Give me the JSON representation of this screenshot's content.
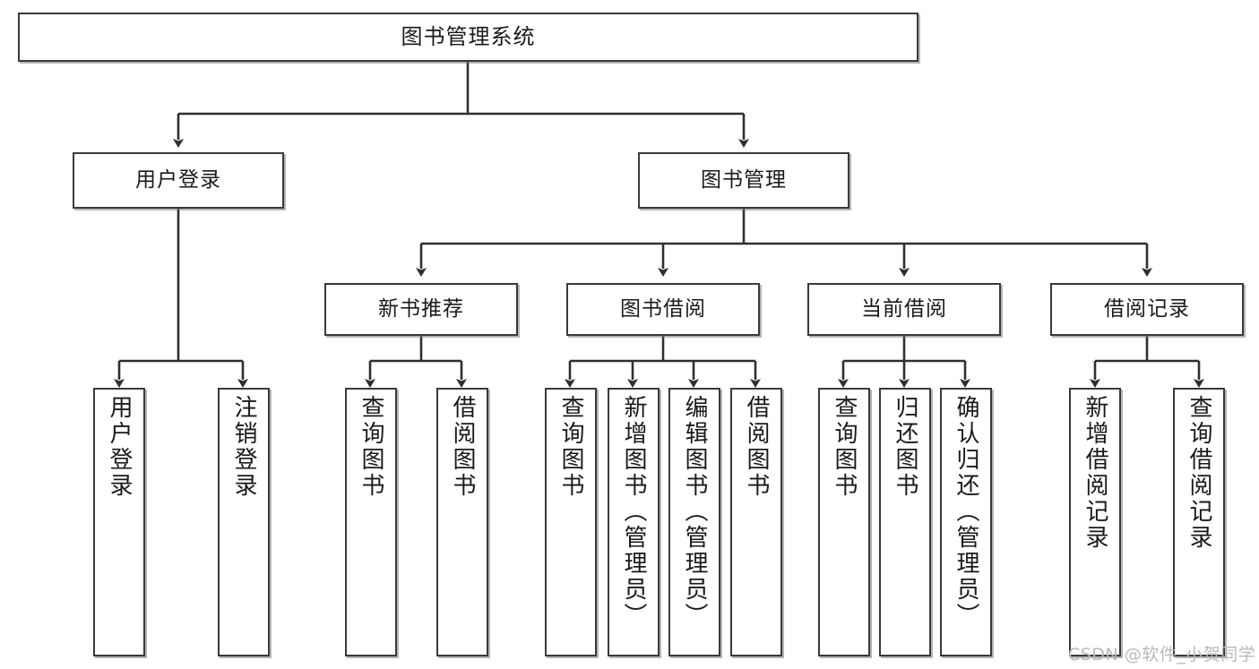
{
  "diagram": {
    "title": "图书管理系统",
    "type": "hierarchy-tree",
    "watermark": "CSDN @软件_小贺同学",
    "colors": {
      "node_border": "#3a3a3a",
      "node_fill": "#ffffff",
      "edge": "#2f2f2f",
      "text": "#1a1a1a",
      "watermark": "#b9b9b9",
      "background": "#ffffff"
    },
    "levels": [
      {
        "level": 0,
        "nodes": [
          {
            "id": "root",
            "label": "图书管理系统",
            "orientation": "horizontal"
          }
        ]
      },
      {
        "level": 1,
        "nodes": [
          {
            "id": "login",
            "label": "用户登录",
            "orientation": "horizontal",
            "parent": "root"
          },
          {
            "id": "bookmgmt",
            "label": "图书管理",
            "orientation": "horizontal",
            "parent": "root"
          }
        ]
      },
      {
        "level": 2,
        "nodes": [
          {
            "id": "newbook",
            "label": "新书推荐",
            "orientation": "horizontal",
            "parent": "bookmgmt"
          },
          {
            "id": "borrow",
            "label": "图书借阅",
            "orientation": "horizontal",
            "parent": "bookmgmt"
          },
          {
            "id": "current",
            "label": "当前借阅",
            "orientation": "horizontal",
            "parent": "bookmgmt"
          },
          {
            "id": "records",
            "label": "借阅记录",
            "orientation": "horizontal",
            "parent": "bookmgmt"
          }
        ]
      },
      {
        "level": 3,
        "nodes": [
          {
            "id": "leaf1",
            "label": "用户登录",
            "orientation": "vertical",
            "parent": "login"
          },
          {
            "id": "leaf2",
            "label": "注销登录",
            "orientation": "vertical",
            "parent": "login"
          },
          {
            "id": "leaf3",
            "label": "查询图书",
            "orientation": "vertical",
            "parent": "newbook"
          },
          {
            "id": "leaf4",
            "label": "借阅图书",
            "orientation": "vertical",
            "parent": "newbook"
          },
          {
            "id": "leaf5",
            "label": "查询图书",
            "orientation": "vertical",
            "parent": "borrow"
          },
          {
            "id": "leaf6",
            "label": "新增图书（管理员）",
            "orientation": "vertical",
            "parent": "borrow"
          },
          {
            "id": "leaf7",
            "label": "编辑图书（管理员）",
            "orientation": "vertical",
            "parent": "borrow"
          },
          {
            "id": "leaf8",
            "label": "借阅图书",
            "orientation": "vertical",
            "parent": "borrow"
          },
          {
            "id": "leaf9",
            "label": "查询图书",
            "orientation": "vertical",
            "parent": "current"
          },
          {
            "id": "leaf10",
            "label": "归还图书",
            "orientation": "vertical",
            "parent": "current"
          },
          {
            "id": "leaf11",
            "label": "确认归还（管理员）",
            "orientation": "vertical",
            "parent": "current"
          },
          {
            "id": "leaf12",
            "label": "新增借阅记录",
            "orientation": "vertical",
            "parent": "records"
          },
          {
            "id": "leaf13",
            "label": "查询借阅记录",
            "orientation": "vertical",
            "parent": "records"
          }
        ]
      }
    ]
  }
}
